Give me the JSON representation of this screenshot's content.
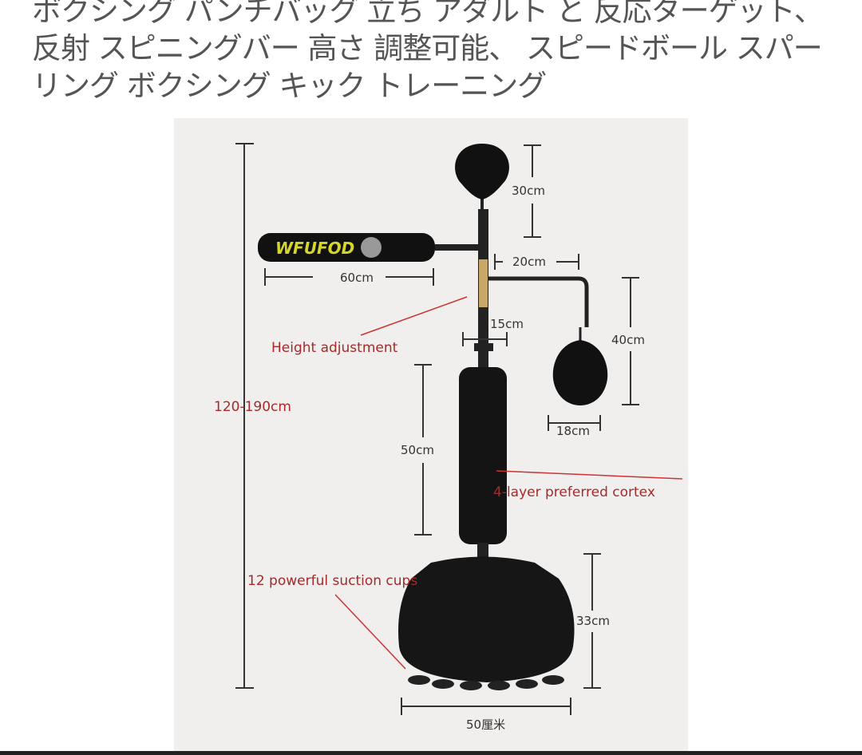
{
  "product": {
    "title": "ボクシング パンチバッグ 立ち アダルト と 反応ターゲット、 反射 スピニングバー 高さ 調整可能、 スピードボール スパーリング ボクシング キック トレーニング",
    "image": {
      "brand_logo": "WFUFOD",
      "labels": {
        "total_height": "120-190cm",
        "top_ball": "30cm",
        "bar_length": "60cm",
        "arm_length": "20cm",
        "pole_width": "15cm",
        "hanging_ball_height": "40cm",
        "hanging_ball_width": "18cm",
        "height_adjustment": "Height adjustment",
        "tube_height": "50cm",
        "cortex": "4-layer preferred cortex",
        "suction_cups": "12 powerful suction cups",
        "base_height": "33cm",
        "base_width": "50厘米"
      },
      "colors": {
        "annotation": "#a52a2a",
        "logo": "#d6d62a",
        "background": "#f1efee"
      }
    }
  }
}
